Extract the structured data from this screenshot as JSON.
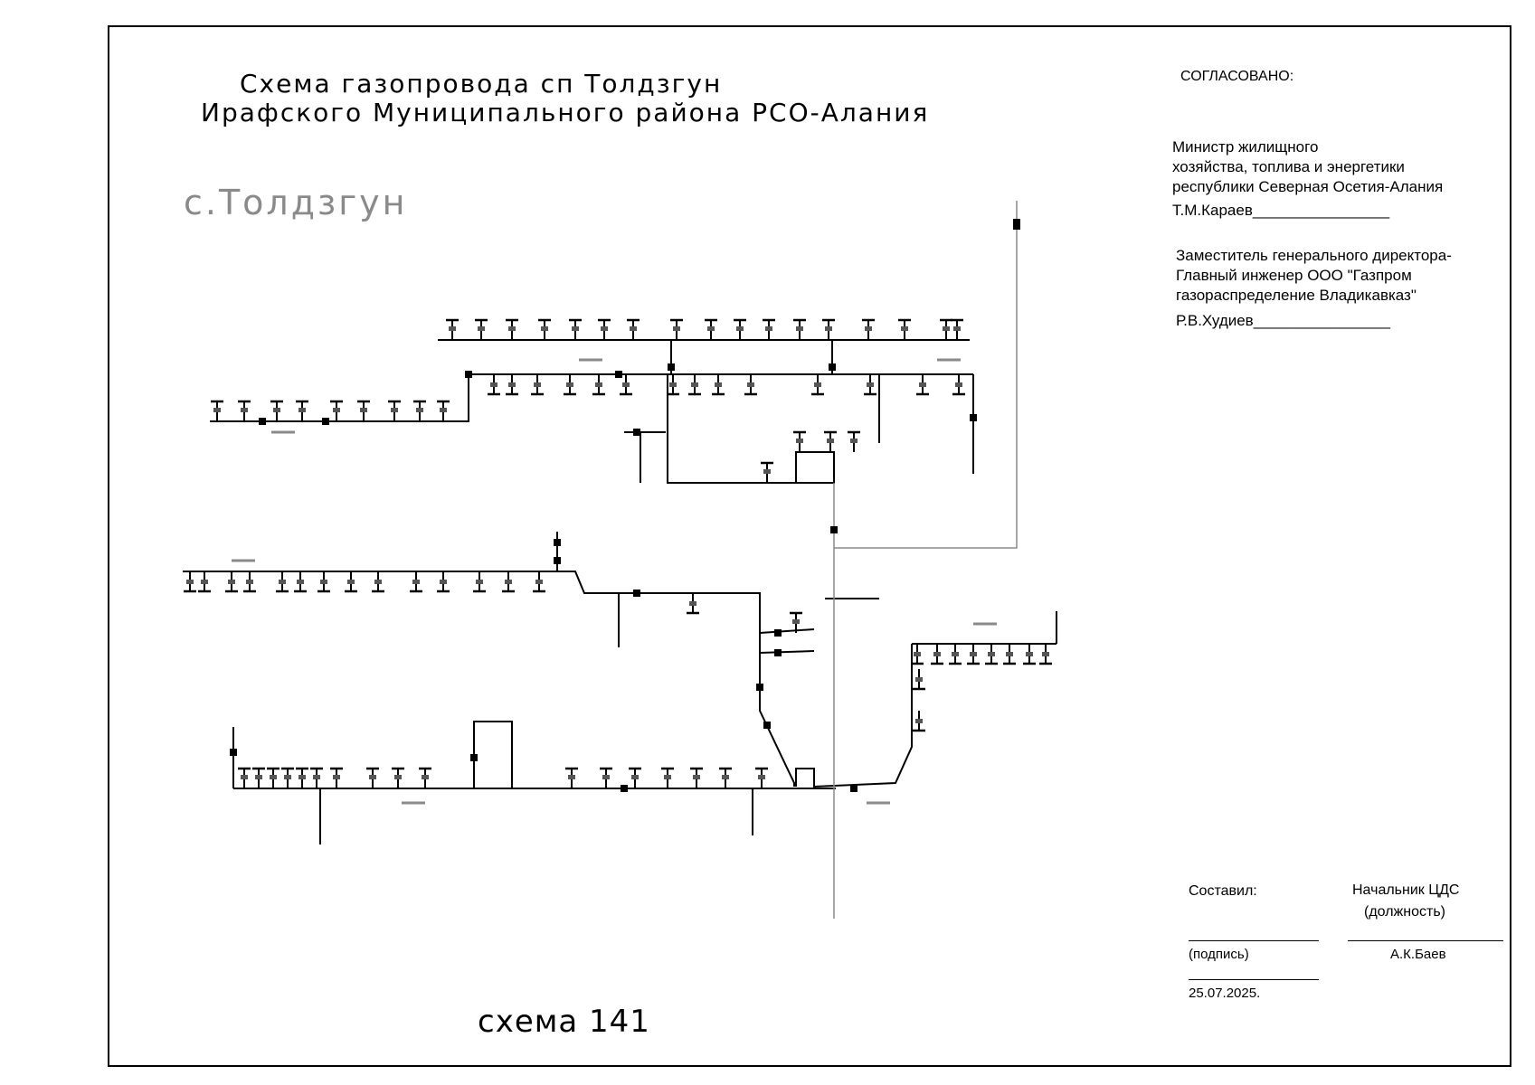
{
  "title": {
    "line1": "Схема газопровода сп Толдзгун",
    "line2": "Ирафского  Муниципального района РСО-Алания"
  },
  "village": "с.Толдзгун",
  "scheme_number": "схема 141",
  "approval": {
    "header": "СОГЛАСОВАНО:",
    "minister": {
      "line1": "Министр жилищного",
      "line2": "хозяйства, топлива и энергетики",
      "line3": "республики Северная Осетия-Алания",
      "signature": "Т.М.Караев________________"
    },
    "deputy": {
      "line1": "Заместитель генерального директора-",
      "line2": "Главный инженер  ООО \"Газпром",
      "line3": "газораспределение Владикавказ\"",
      "signature": "Р.В.Худиев________________"
    }
  },
  "stamp": {
    "compiled_label": "Составил:",
    "head_label": "Начальник ЦДС",
    "head_role": "(должность)",
    "signature_label": "(подпись)",
    "head_name": "А.К.Баев",
    "date": "25.07.2025."
  },
  "colors": {
    "line": "#000000",
    "muted": "#8a8a8a",
    "background": "#ffffff"
  }
}
